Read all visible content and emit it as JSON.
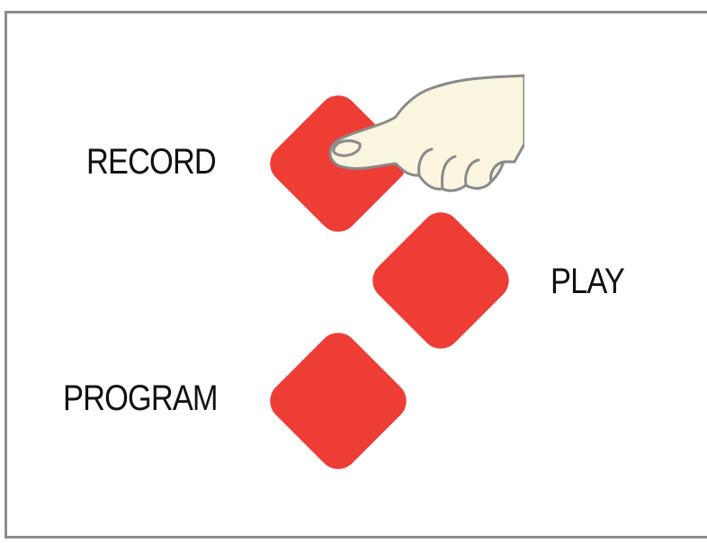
{
  "buttons": {
    "record": {
      "label": "RECORD"
    },
    "play": {
      "label": "PLAY"
    },
    "program": {
      "label": "PROGRAM"
    }
  },
  "colors": {
    "button": "#ee3d35",
    "frame": "#8c8c8c",
    "hand_fill": "#faf5de",
    "hand_outline": "#8a8a8a",
    "text": "#111111"
  },
  "icons": {
    "pointer": "pointing-hand-icon"
  }
}
